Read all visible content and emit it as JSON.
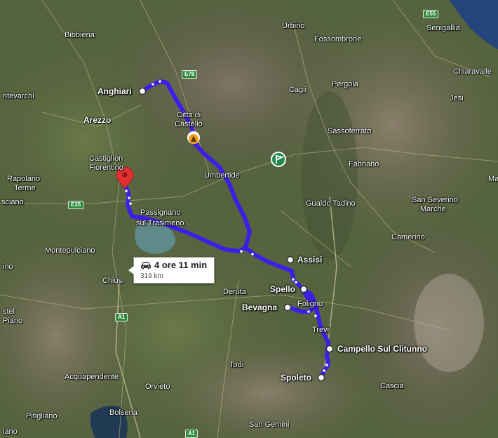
{
  "colors": {
    "route": "#3d1ee8",
    "pin": "#e03030",
    "ferry": "#1e8a4c",
    "water": "#24457a"
  },
  "route_info": {
    "duration": "4 ore 11 min",
    "distance": "319 km"
  },
  "stops": [
    {
      "label": "Anghiari"
    },
    {
      "label": "Assisi"
    },
    {
      "label": "Spello"
    },
    {
      "label": "Bevagna"
    },
    {
      "label": "Campello Sul Clitunno"
    },
    {
      "label": "Spoleto"
    }
  ],
  "places": [
    {
      "label": "Bibbiena"
    },
    {
      "label": "Urbino"
    },
    {
      "label": "Fossombrone"
    },
    {
      "label": "Senigallia"
    },
    {
      "label": "Chiaravalle"
    },
    {
      "label": "Jesi"
    },
    {
      "label": "ntevarchi"
    },
    {
      "label": "Cagli"
    },
    {
      "label": "Pergola"
    },
    {
      "label": "Arezzo"
    },
    {
      "label": "Città di"
    },
    {
      "label": "Castello"
    },
    {
      "label": "Sassoferrato"
    },
    {
      "label": "Castiglion"
    },
    {
      "label": "Fiorentino"
    },
    {
      "label": "Umbertide"
    },
    {
      "label": "Fabriano"
    },
    {
      "label": "Rapolano"
    },
    {
      "label": "Terme"
    },
    {
      "label": "sciano"
    },
    {
      "label": "Gualdo Tadino"
    },
    {
      "label": "San Severino"
    },
    {
      "label": "Marche"
    },
    {
      "label": "Passignano"
    },
    {
      "label": "sul Trasimeno"
    },
    {
      "label": "Camerino"
    },
    {
      "label": "Montepulciano"
    },
    {
      "label": "ino"
    },
    {
      "label": "Chiusi"
    },
    {
      "label": "Deruta"
    },
    {
      "label": "Foligno"
    },
    {
      "label": "stel"
    },
    {
      "label": "Piano"
    },
    {
      "label": "Trevi"
    },
    {
      "label": "Todi"
    },
    {
      "label": "Cascia"
    },
    {
      "label": "Acquapendente"
    },
    {
      "label": "Orvieto"
    },
    {
      "label": "Bolsena"
    },
    {
      "label": "Pitigliano"
    },
    {
      "label": "San Gemini"
    },
    {
      "label": "iano"
    },
    {
      "label": "Ma"
    }
  ],
  "road_shields": [
    "E55",
    "E78",
    "E35",
    "A1",
    "A1"
  ]
}
